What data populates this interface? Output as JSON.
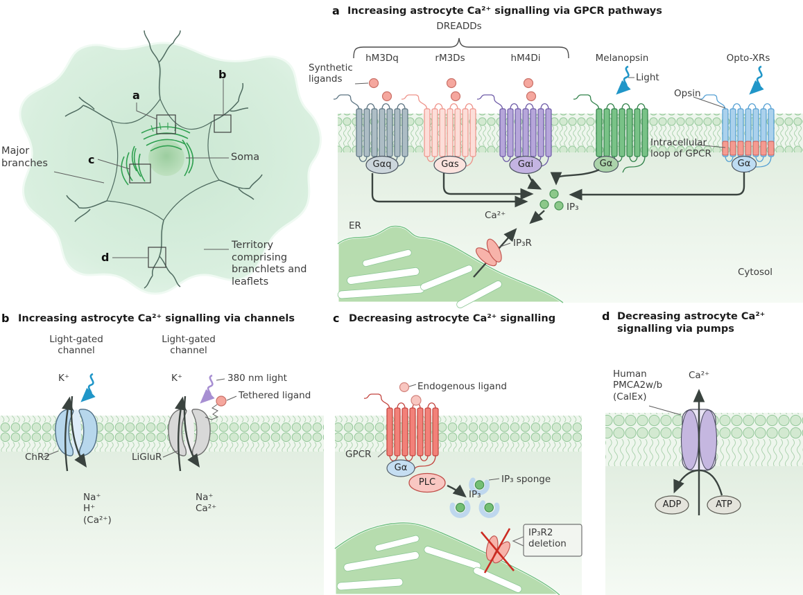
{
  "colors": {
    "membrane_head": "#d3e9d1",
    "membrane_stroke": "#94c89a",
    "cytosol": "#e3efe2",
    "territory": "#d9efdf",
    "arrow_dark": "#3a433f",
    "light_blue_bolt": "#2096c8",
    "uv_purple_bolt": "#a78fd2",
    "ligand_pink": "#f5a79e",
    "ip3_green": "#8cc88a",
    "er_green": "#b6dcae",
    "deletion_red": "#cc2b22",
    "pump_purple": "#c5b7e0"
  },
  "astrocyte": {
    "marker_a": "a",
    "marker_b": "b",
    "marker_c": "c",
    "marker_d": "d",
    "soma": "Soma",
    "major_branches": "Major branches",
    "territory": "Territory comprising branchlets and leaflets"
  },
  "panel_a": {
    "tag": "a",
    "title": "Increasing astrocyte Ca²⁺ signalling via GPCR pathways",
    "dreadds": "DREADDs",
    "receptors": [
      "hM3Dq",
      "rM3Ds",
      "hM4Di",
      "Melanopsin",
      "Opto-XRs"
    ],
    "g_proteins": [
      "Gαq",
      "Gαs",
      "Gαi",
      "Gα",
      "Gα"
    ],
    "synthetic_ligands": "Synthetic ligands",
    "light": "Light",
    "opsin": "Opsin",
    "intracellular_loop": "Intracellular loop of GPCR",
    "er": "ER",
    "ca": "Ca²⁺",
    "ip3r": "IP₃R",
    "ip3": "IP₃",
    "cytosol": "Cytosol"
  },
  "panel_b": {
    "tag": "b",
    "title": "Increasing astrocyte Ca²⁺ signalling via channels",
    "channel1_label": "Light-gated channel",
    "channel2_label": "Light-gated channel",
    "k1": "K⁺",
    "k2": "K⁺",
    "nm_light": "380 nm light",
    "tethered": "Tethered ligand",
    "chr2": "ChR2",
    "liglur": "LiGluR",
    "chr2_ions": "Na⁺\nH⁺\n(Ca²⁺)",
    "liglur_ions": "Na⁺\nCa²⁺"
  },
  "panel_c": {
    "tag": "c",
    "title": "Decreasing astrocyte Ca²⁺ signalling",
    "endogenous": "Endogenous ligand",
    "gpcr": "GPCR",
    "ga": "Gα",
    "plc": "PLC",
    "ip3": "IP₃",
    "sponge": "IP₃ sponge",
    "deletion": "IP₃R2\ndeletion"
  },
  "panel_d": {
    "tag": "d",
    "title": "Decreasing astrocyte Ca²⁺ signalling via pumps",
    "pump": "Human PMCA2w/b (CalEx)",
    "ca": "Ca²⁺",
    "adp": "ADP",
    "atp": "ATP"
  }
}
